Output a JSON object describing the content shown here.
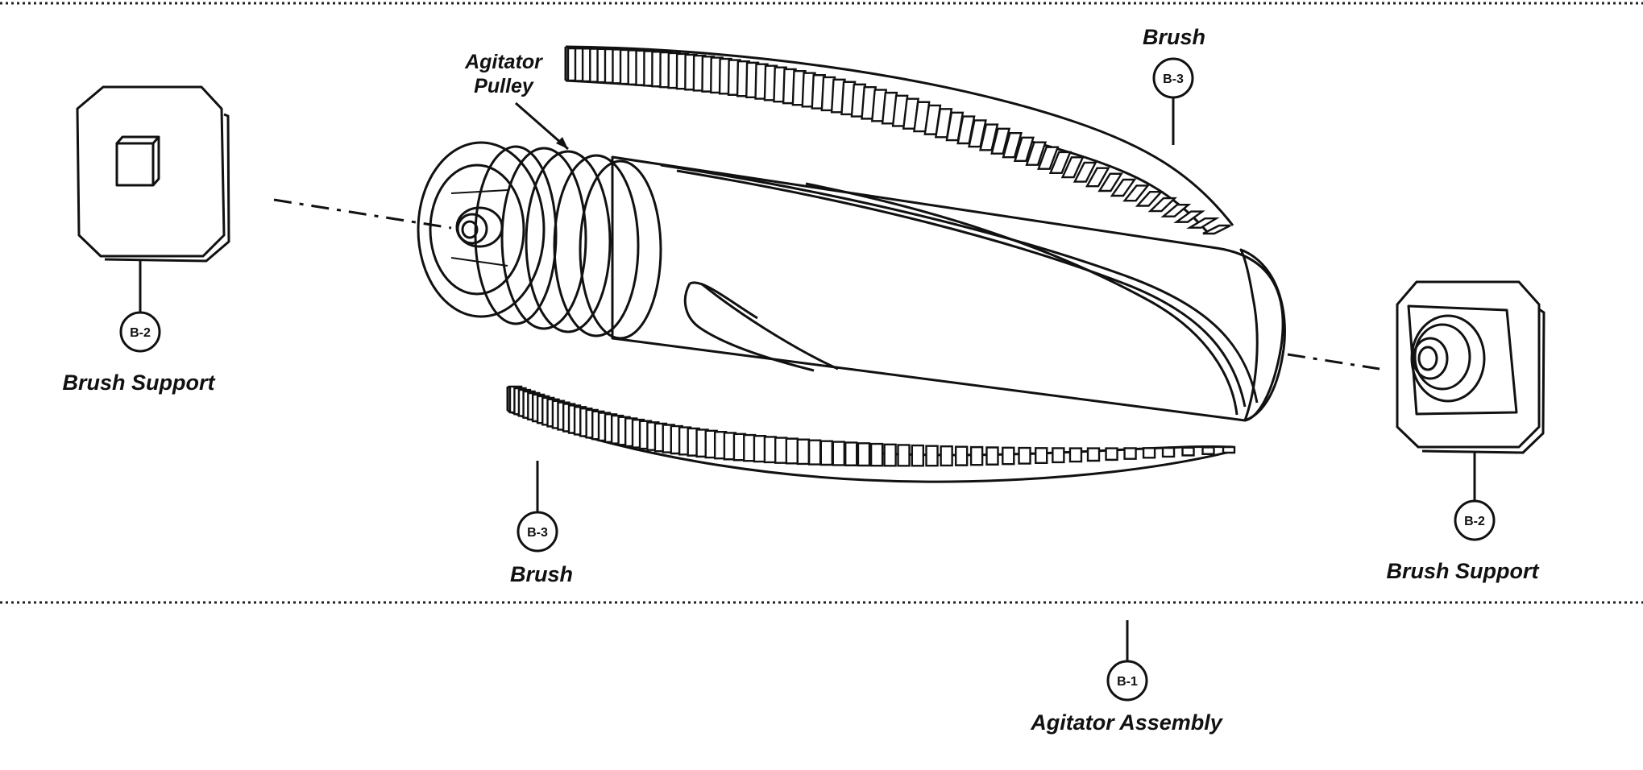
{
  "callouts": {
    "agitator_pulley": {
      "line1": "Agitator",
      "line2": "Pulley"
    },
    "brush_top": {
      "label": "Brush",
      "badge": "B-3"
    },
    "brush_bottom": {
      "label": "Brush",
      "badge": "B-3"
    },
    "support_left": {
      "label": "Brush Support",
      "badge": "B-2"
    },
    "support_right": {
      "label": "Brush Support",
      "badge": "B-2"
    },
    "agitator_assembly": {
      "label": "Agitator Assembly",
      "badge": "B-1"
    }
  },
  "colors": {
    "ink": "#111111",
    "paper": "#ffffff"
  }
}
